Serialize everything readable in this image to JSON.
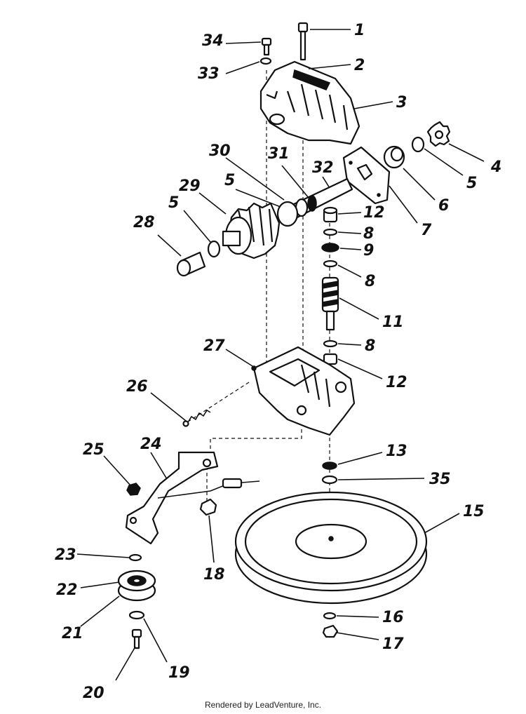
{
  "callouts": {
    "c1": "1",
    "c2": "2",
    "c3": "3",
    "c4": "4",
    "c5a": "5",
    "c5b": "5",
    "c5c": "5",
    "c6": "6",
    "c7": "7",
    "c8a": "8",
    "c8b": "8",
    "c8c": "8",
    "c9": "9",
    "c11": "11",
    "c12a": "12",
    "c12b": "12",
    "c13": "13",
    "c15": "15",
    "c16": "16",
    "c17": "17",
    "c18": "18",
    "c19": "19",
    "c20": "20",
    "c21": "21",
    "c22": "22",
    "c23": "23",
    "c24": "24",
    "c25": "25",
    "c26": "26",
    "c27": "27",
    "c28": "28",
    "c29": "29",
    "c30": "30",
    "c31": "31",
    "c32": "32",
    "c33": "33",
    "c34": "34",
    "c35": "35"
  },
  "footer": {
    "text": "Rendered by LeadVenture, Inc."
  }
}
